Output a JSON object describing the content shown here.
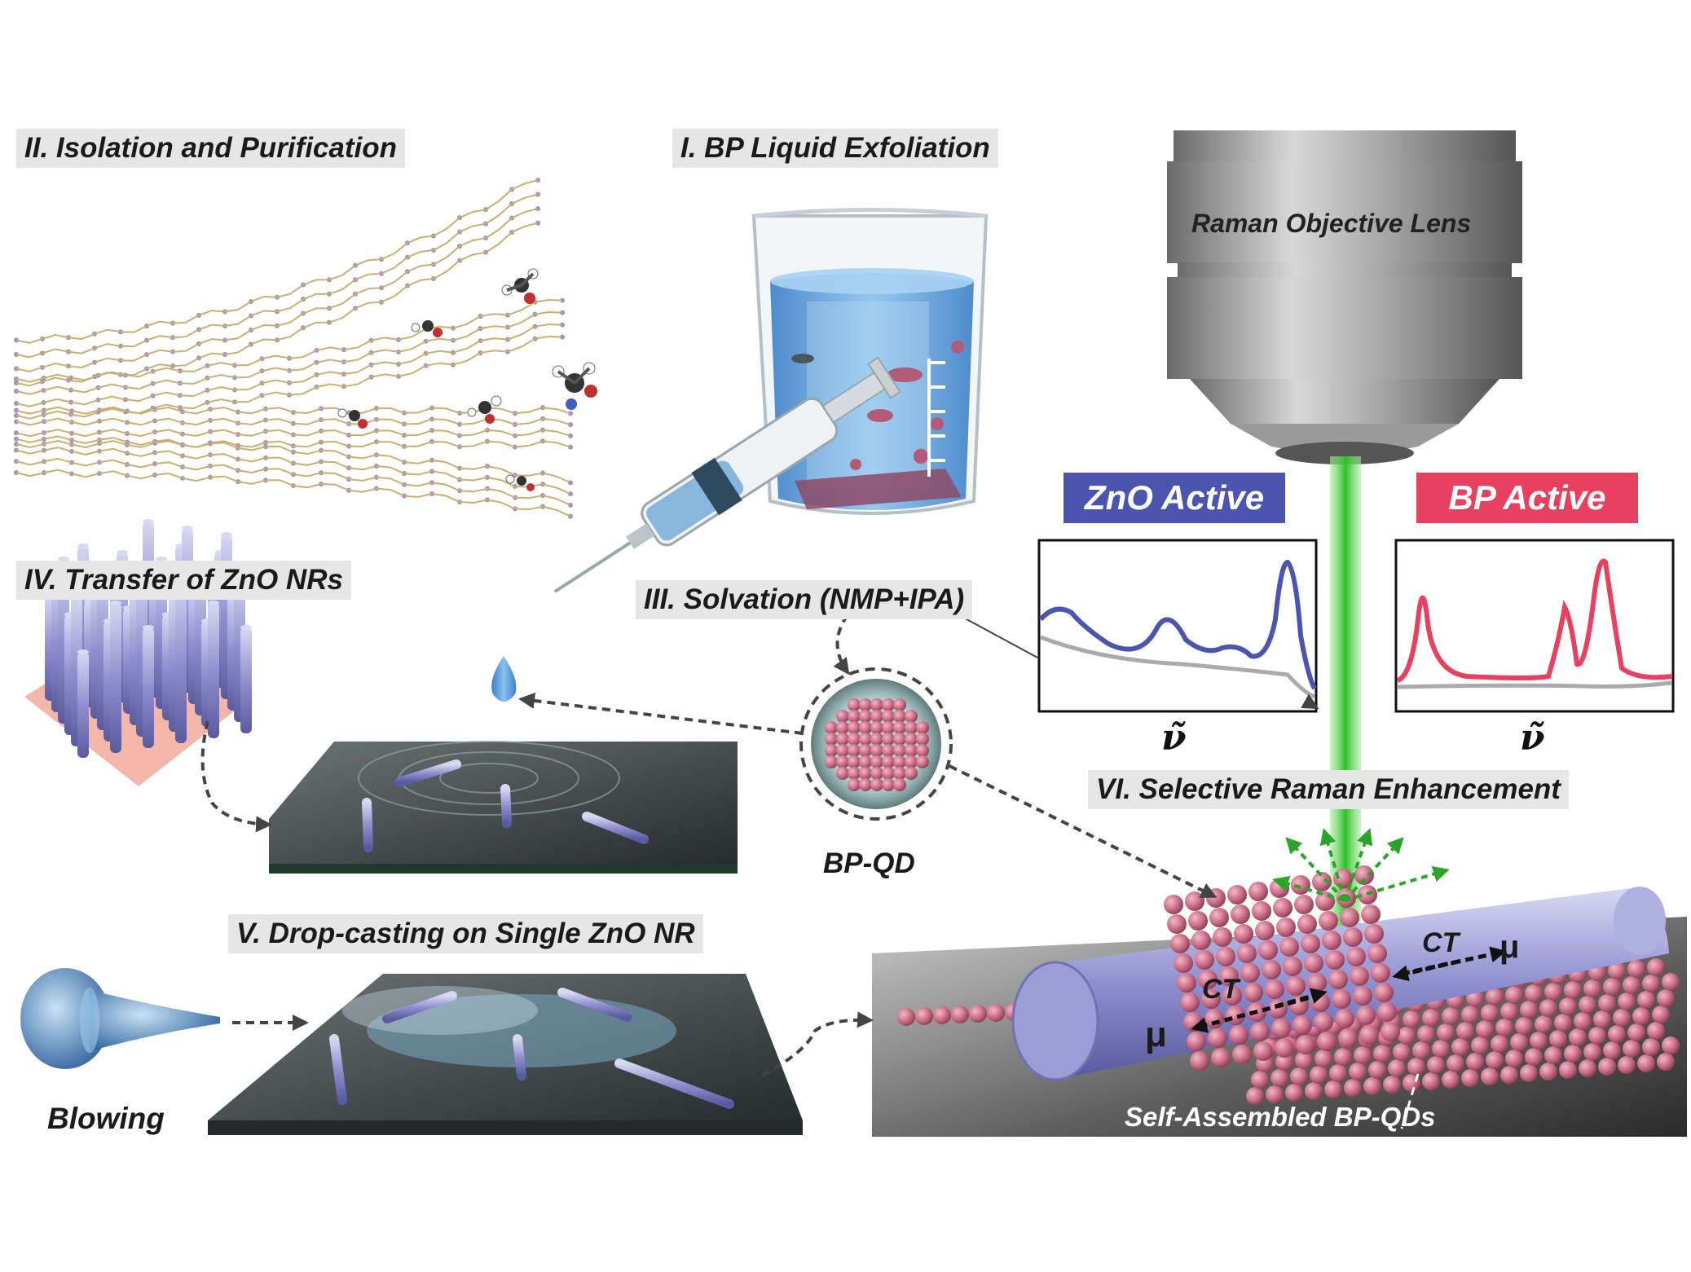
{
  "labels": {
    "isolation": "II. Isolation and Purification",
    "exfoliation": "I. BP Liquid Exfoliation",
    "transfer": "IV. Transfer of ZnO NRs",
    "solvation": "III. Solvation (NMP+IPA)",
    "dropcast": "V. Drop-casting on Single ZnO NR",
    "blowing": "Blowing",
    "bpqd": "BP-QD",
    "selective": "VI. Selective Raman Enhancement",
    "objective": "Raman Objective Lens",
    "selfassembled": "Self-Assembled BP-QDs",
    "ct1": "CT",
    "ct2": "CT",
    "mu1": "μ",
    "mu2": "μ"
  },
  "spectra": [
    {
      "title": "ZnO Active",
      "color": "#4b55b0",
      "axis_symbol": "ν̃"
    },
    {
      "title": "BP Active",
      "color": "#e8405f",
      "axis_symbol": "ν̃"
    }
  ],
  "colors": {
    "zno_rod": "#8e8ed0",
    "bp_dot": "#c96b85",
    "laser": "#39c531",
    "water": "#5f9fd8",
    "substrate": "#3c4446"
  }
}
